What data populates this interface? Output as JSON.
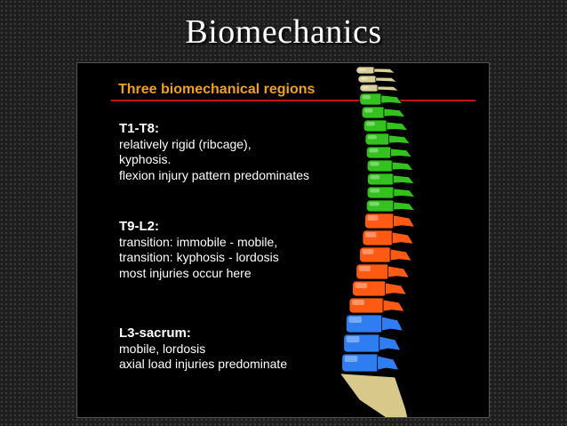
{
  "title": "Biomechanics",
  "panel": {
    "heading": "Three biomechanical regions",
    "sections": [
      {
        "label": "T1-T8:",
        "lines": [
          "relatively rigid (ribcage),",
          "kyphosis.",
          "flexion injury pattern predominates"
        ]
      },
      {
        "label": "T9-L2:",
        "lines": [
          "transition: immobile - mobile,",
          "transition: kyphosis - lordosis",
          "most injuries occur here"
        ]
      },
      {
        "label": "L3-sacrum:",
        "lines": [
          "mobile, lordosis",
          "axial load injuries predominate"
        ]
      }
    ]
  },
  "colors": {
    "thoracic_upper": "#34c21e",
    "thoracolumbar": "#ff5a14",
    "lumbar": "#2f7df0",
    "sacrum": "#d8c98a",
    "cervical": "#d9cf9a"
  }
}
